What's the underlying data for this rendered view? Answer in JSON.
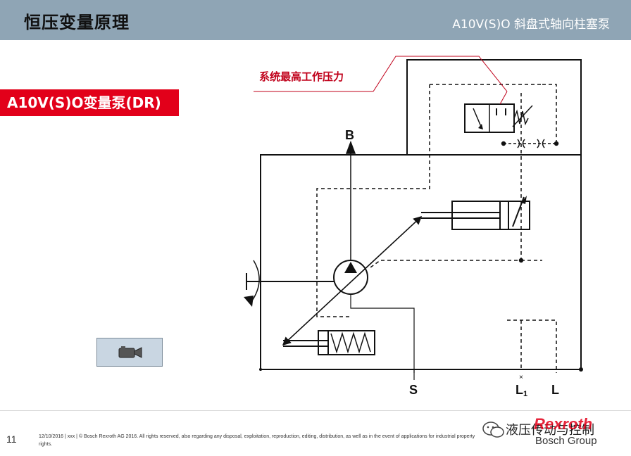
{
  "header": {
    "title": "恒压变量原理",
    "subtitle": "A10V(S)O 斜盘式轴向柱塞泵"
  },
  "pump_label": "A10V(S)O变量泵(DR)",
  "diagram": {
    "callout": "系统最高工作压力",
    "port_B": "B",
    "port_S": "S",
    "port_L1": "L",
    "port_L1_sub": "1",
    "port_L": "L",
    "colors": {
      "line": "#111111",
      "callout": "#c0001a"
    }
  },
  "footer": {
    "page_number": "11",
    "legal": "12/10/2016 | xxx | © Bosch Rexroth AG 2016. All rights reserved, also regarding any disposal, exploitation, reproduction, editing, distribution, as well as in the event of applications for industrial property rights.",
    "wechat_text": "液压传动与控制",
    "brand": "Rexroth",
    "group": "Bosch Group"
  }
}
